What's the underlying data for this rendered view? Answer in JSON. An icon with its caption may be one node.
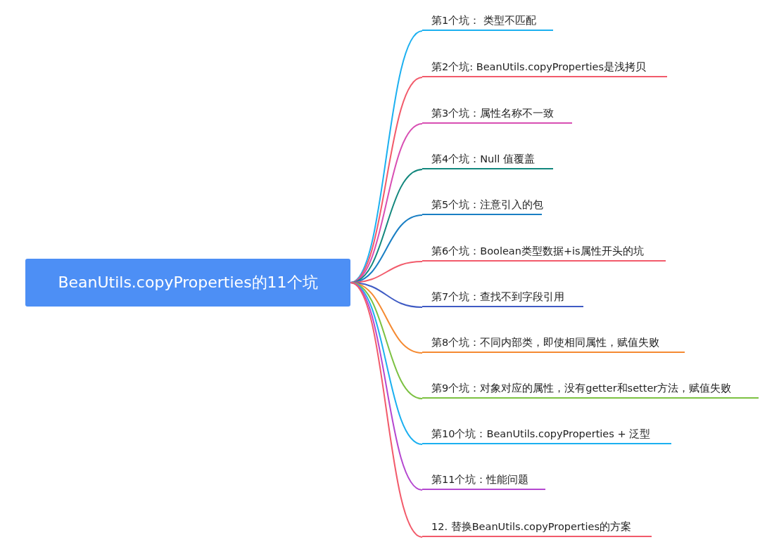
{
  "diagram": {
    "nodes": [
      {
        "text": [
          "BeanUtils.copyProperties的11个坑"
        ]
      },
      {
        "text": [
          "第1个坑： 类型不匹配"
        ]
      },
      {
        "text": [
          "第2个坑: BeanUtils.copyProperties是浅拷贝"
        ]
      },
      {
        "text": [
          "第3个坑：属性名称不一致"
        ]
      },
      {
        "text": [
          "第4个坑：Null 值覆盖"
        ]
      },
      {
        "text": [
          "第5个坑：注意引入的包"
        ]
      },
      {
        "text": [
          "第6个坑：Boolean类型数据+is属性开头的坑"
        ]
      },
      {
        "text": [
          "第7个坑：查找不到字段引用"
        ]
      },
      {
        "text": [
          "第8个坑：不同内部类，即使相同属性，赋值失败"
        ]
      },
      {
        "text": [
          "第9个坑：对象对应的属性，没有getter和setter方法，赋值失败"
        ]
      },
      {
        "text": [
          "第10个坑：BeanUtils.copyProperties + 泛型"
        ]
      },
      {
        "text": [
          "第11个坑：性能问题"
        ]
      },
      {
        "text": [
          "12. 替换BeanUtils.copyProperties的方案"
        ]
      }
    ],
    "edges": [
      {
        "from": 0,
        "to": 1,
        "arrow": "none",
        "color": "#1cb0f0"
      },
      {
        "from": 0,
        "to": 2,
        "arrow": "none",
        "color": "#f25b6b"
      },
      {
        "from": 0,
        "to": 3,
        "arrow": "none",
        "color": "#d84fb3"
      },
      {
        "from": 0,
        "to": 4,
        "arrow": "none",
        "color": "#12877d"
      },
      {
        "from": 0,
        "to": 5,
        "arrow": "none",
        "color": "#1a7fc4"
      },
      {
        "from": 0,
        "to": 6,
        "arrow": "none",
        "color": "#f25b6b"
      },
      {
        "from": 0,
        "to": 7,
        "arrow": "none",
        "color": "#3f5bc4"
      },
      {
        "from": 0,
        "to": 8,
        "arrow": "none",
        "color": "#f58a32"
      },
      {
        "from": 0,
        "to": 9,
        "arrow": "none",
        "color": "#7cc142"
      },
      {
        "from": 0,
        "to": 10,
        "arrow": "none",
        "color": "#1cb0f0"
      },
      {
        "from": 0,
        "to": 11,
        "arrow": "none",
        "color": "#b548d0"
      },
      {
        "from": 0,
        "to": 12,
        "arrow": "none",
        "color": "#f25b6b"
      }
    ]
  }
}
